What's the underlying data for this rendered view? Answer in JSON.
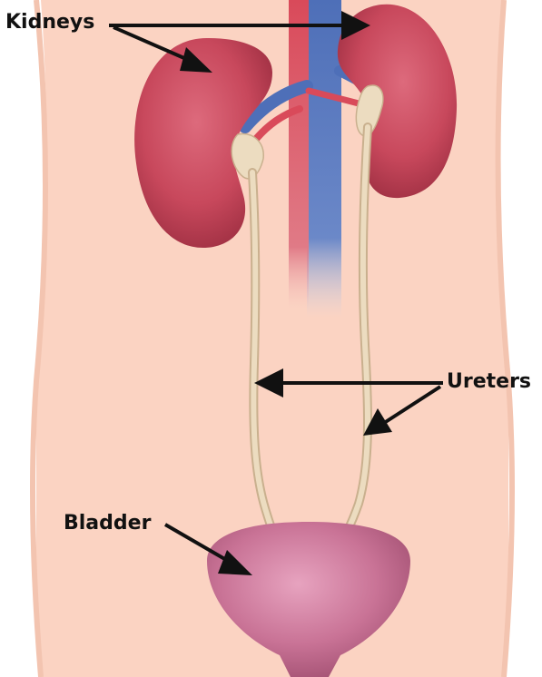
{
  "labels": {
    "kidneys": "Kidneys",
    "ureters": "Ureters",
    "bladder": "Bladder"
  },
  "colors": {
    "skin": "#fbd3c2",
    "skin_shadow": "#f3c4b0",
    "kidney": "#c8485c",
    "kidney_dark": "#9e2f42",
    "vein": "#4e6fb8",
    "artery": "#d94a5a",
    "ureter": "#ecdcc0",
    "ureter_edge": "#c9b08e",
    "bladder": "#c26a8e",
    "bladder_light": "#d98fae",
    "arrow": "#111111"
  },
  "icons": [
    "arrow-icon"
  ]
}
